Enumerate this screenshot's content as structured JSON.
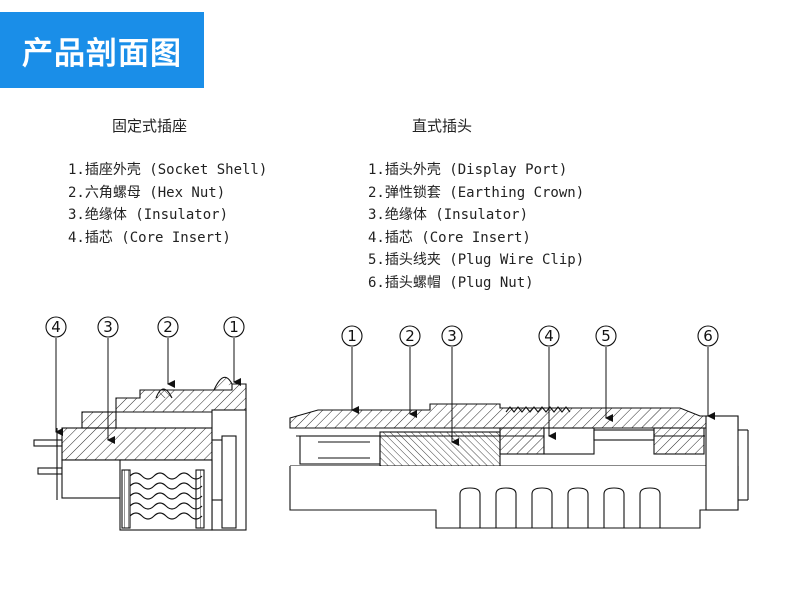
{
  "header": {
    "title": "产品剖面图"
  },
  "fixed_socket": {
    "title": "固定式插座",
    "parts": [
      "1.插座外壳 (Socket Shell)",
      "2.六角螺母 (Hex Nut)",
      "3.绝缘体 (Insulator)",
      "4.插芯 (Core Insert)"
    ],
    "callouts": [
      "4",
      "3",
      "2",
      "1"
    ]
  },
  "straight_plug": {
    "title": "直式插头",
    "parts": [
      "1.插头外壳 (Display Port)",
      "2.弹性锁套 (Earthing Crown)",
      "3.绝缘体 (Insulator)",
      "4.插芯 (Core Insert)",
      "5.插头线夹 (Plug Wire Clip)",
      "6.插头螺帽 (Plug Nut)"
    ],
    "callouts": [
      "1",
      "2",
      "3",
      "4",
      "5",
      "6"
    ]
  },
  "colors": {
    "accent": "#1a8ee8",
    "line": "#111111",
    "fill_white": "#ffffff"
  }
}
